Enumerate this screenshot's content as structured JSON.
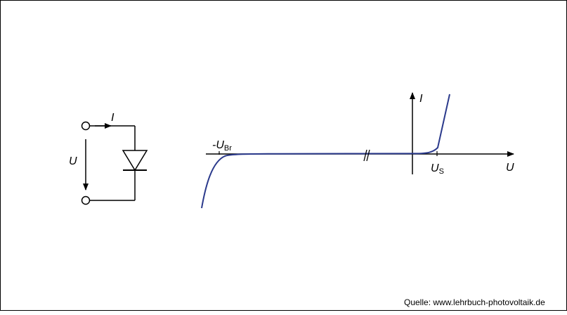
{
  "circuit": {
    "current_label": "I",
    "voltage_label": "U"
  },
  "characteristic": {
    "y_axis_label": "I",
    "x_axis_label": "U",
    "breakdown_prefix": "-U",
    "breakdown_subscript": "Br",
    "threshold_main": "U",
    "threshold_subscript": "S",
    "curve_color": "#2b3a8c"
  },
  "source": "Quelle: www.lehrbuch-photovoltaik.de"
}
